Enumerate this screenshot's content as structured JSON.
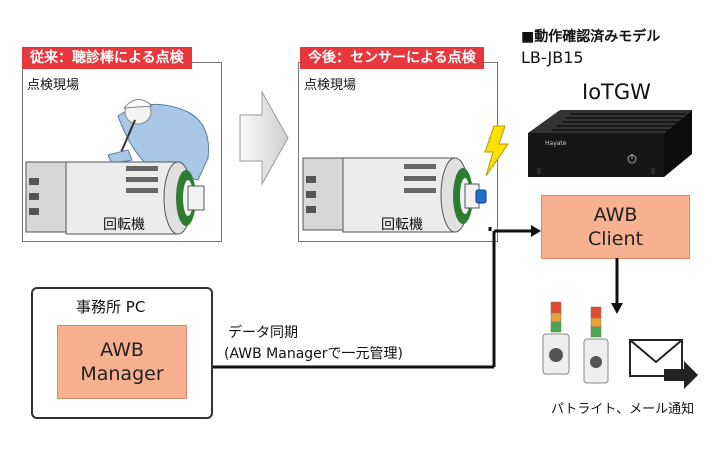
{
  "left_panel": {
    "tag": "従来：聴診棒による点検",
    "site_label": "点検現場",
    "machine_label": "回転機"
  },
  "right_panel": {
    "tag": "今後：センサーによる点検",
    "site_label": "点検現場",
    "machine_label": "回転機"
  },
  "device": {
    "verified_label": "■動作確認済みモデル",
    "model": "LB-JB15",
    "name": "IoTGW",
    "logo": "Hayate"
  },
  "client_box": {
    "line1": "AWB",
    "line2": "Client"
  },
  "office": {
    "title": "事務所 PC",
    "box_line1": "AWB",
    "box_line2": "Manager"
  },
  "sync": {
    "line1": "データ同期",
    "line2": "(AWB Managerで一元管理)"
  },
  "notify_label": "パトライト、メール通知",
  "colors": {
    "tag_red": "#e8383d",
    "box_orange": "#f7b190",
    "ring_green": "#2e7d32",
    "sensor_blue": "#1e6fd0",
    "bolt_yellow": "#ffe000"
  }
}
